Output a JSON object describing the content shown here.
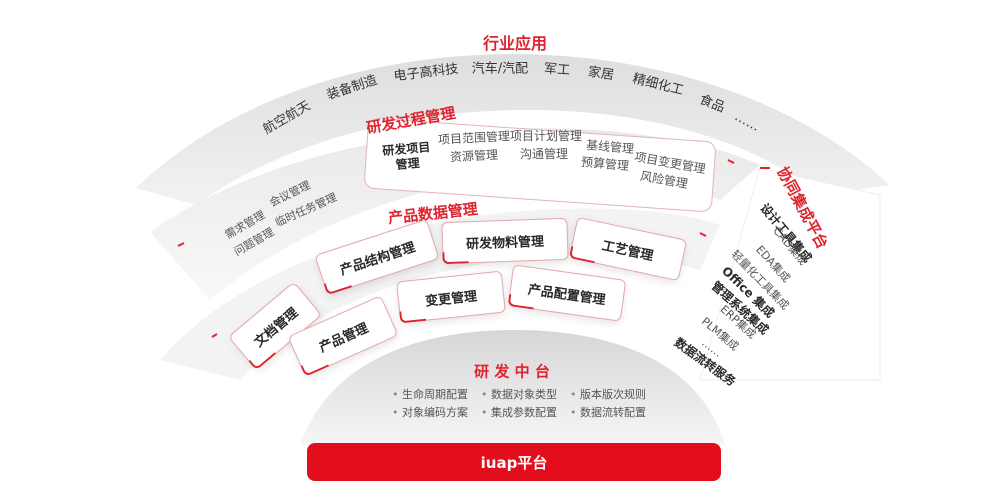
{
  "industry": {
    "title": "行业应用",
    "items": [
      "航空航天",
      "装备制造",
      "电子高科技",
      "汽车/汽配",
      "军工",
      "家居",
      "精细化工",
      "食品",
      "……"
    ]
  },
  "rd_process": {
    "title": "研发过程管理",
    "highlight": "研发项目\n管理",
    "items_row1": [
      "项目范围管理",
      "项目计划管理",
      "基线管理",
      "项目变更管理"
    ],
    "items_row2": [
      "资源管理",
      "沟通管理",
      "预算管理",
      "风险管理"
    ],
    "left_items": [
      "需求管理",
      "问题管理",
      "会议管理",
      "临时任务管理"
    ]
  },
  "pdm": {
    "title": "产品数据管理",
    "row_outer": [
      "产品结构管理",
      "研发物料管理",
      "工艺管理"
    ],
    "row_inner": [
      "文档管理",
      "产品管理",
      "变更管理",
      "产品配置管理"
    ]
  },
  "collab": {
    "title": "协同集成平台",
    "items": [
      "设计工具集成",
      "CAD集成",
      "EDA集成",
      "轻量化工具集成",
      "Office 集成",
      "管理系统集成",
      "ERP集成",
      "PLM集成",
      "……",
      "数据流转服务"
    ]
  },
  "rd_center": {
    "title": "研 发 中 台",
    "items": [
      "生命周期配置",
      "数据对象类型",
      "版本版次规则",
      "对象编码方案",
      "集成参数配置",
      "数据流转配置"
    ]
  },
  "base": {
    "label": "iuap平台"
  },
  "colors": {
    "accent": "#e0242f",
    "base": "#e30e1c"
  }
}
